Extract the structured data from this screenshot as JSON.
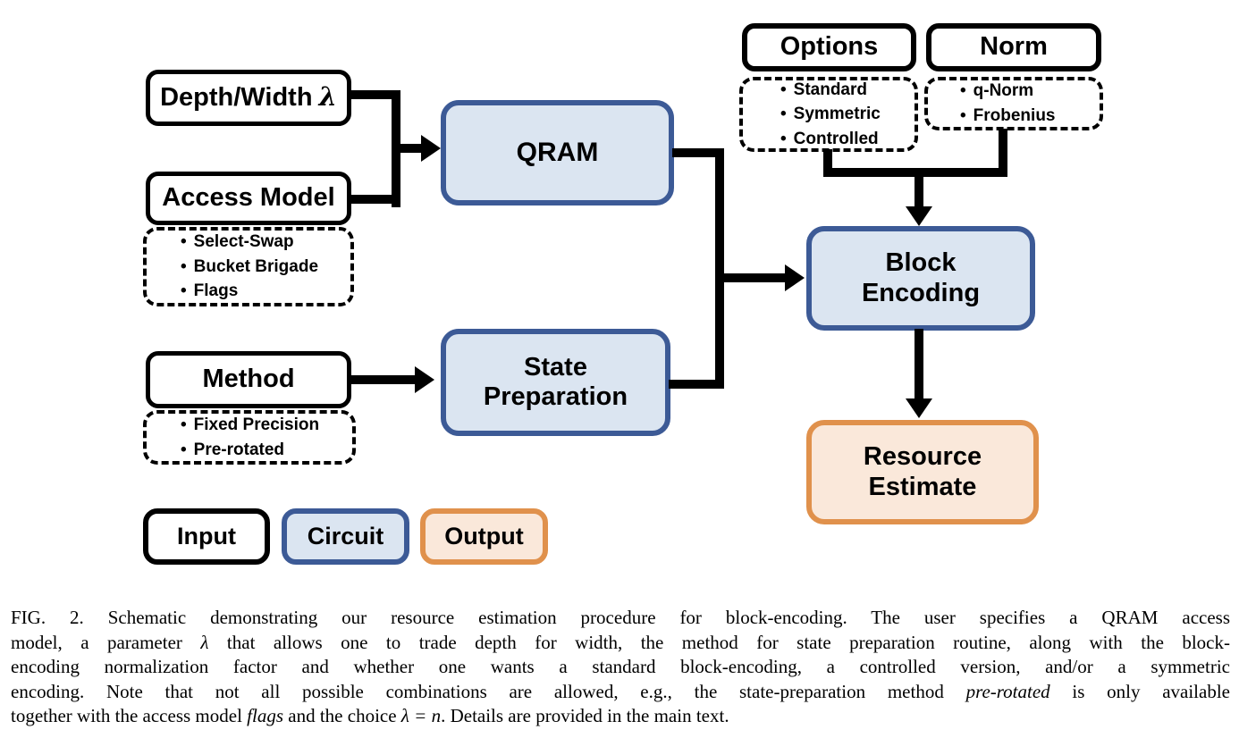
{
  "figure": {
    "nodes": {
      "depth_width": {
        "label": "Depth/Width",
        "lambda": "λ"
      },
      "access_model": {
        "label": "Access Model",
        "options": [
          "Select-Swap",
          "Bucket Brigade",
          "Flags"
        ]
      },
      "qram": {
        "label": "QRAM"
      },
      "method": {
        "label": "Method",
        "options": [
          "Fixed Precision",
          "Pre-rotated"
        ]
      },
      "state_preparation": {
        "line1": "State",
        "line2": "Preparation"
      },
      "options": {
        "label": "Options",
        "options": [
          "Standard",
          "Symmetric",
          "Controlled"
        ]
      },
      "norm": {
        "label": "Norm",
        "options": [
          "q-Norm",
          "Frobenius"
        ]
      },
      "block_encoding": {
        "line1": "Block",
        "line2": "Encoding"
      },
      "resource_estimate": {
        "line1": "Resource",
        "line2": "Estimate"
      }
    },
    "legend": {
      "input_label": "Input",
      "circuit_label": "Circuit",
      "output_label": "Output"
    }
  },
  "colors": {
    "input_border": "#000000",
    "circuit_border": "#3c5a96",
    "circuit_fill": "#dbe5f1",
    "output_border": "#e0914c",
    "output_fill": "#fae8da",
    "connector": "#000000"
  },
  "caption": {
    "lines": [
      {
        "segments": [
          {
            "text": "FIG. 2.   Schematic demonstrating our resource estimation procedure for block-encoding.  The user specifies a QRAM access"
          }
        ]
      },
      {
        "segments": [
          {
            "text": "model, a parameter "
          },
          {
            "text": "λ",
            "italic": true
          },
          {
            "text": " that allows one to trade depth for width, the method for state preparation routine, along with the block-"
          }
        ]
      },
      {
        "segments": [
          {
            "text": "encoding normalization factor and whether one wants a standard block-encoding, a controlled version, and/or a symmetric"
          }
        ]
      },
      {
        "segments": [
          {
            "text": "encoding.  Note that not all possible combinations are allowed, e.g., the state-preparation method "
          },
          {
            "text": "pre-rotated",
            "italic": true
          },
          {
            "text": " is only available"
          }
        ]
      },
      {
        "segments": [
          {
            "text": "together with the access model "
          },
          {
            "text": "flags",
            "italic": true
          },
          {
            "text": " and the choice "
          },
          {
            "text": "λ = n",
            "italic": true
          },
          {
            "text": ".  Details are provided in the main text."
          }
        ]
      }
    ]
  }
}
